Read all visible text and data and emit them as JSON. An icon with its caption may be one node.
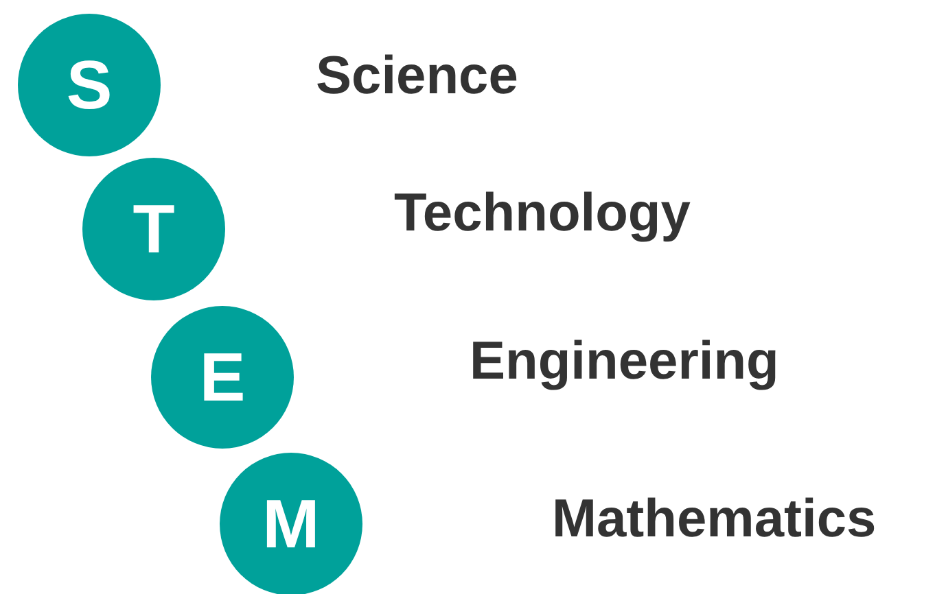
{
  "diagram": {
    "nodes": [
      {
        "text": [
          "S"
        ],
        "beside": [
          "Science"
        ]
      },
      {
        "text": [
          "T"
        ],
        "beside": [
          "Technology"
        ]
      },
      {
        "text": [
          "E"
        ],
        "beside": [
          "Engineering"
        ]
      },
      {
        "text": [
          "M"
        ],
        "beside": [
          "Mathematics"
        ]
      }
    ]
  }
}
